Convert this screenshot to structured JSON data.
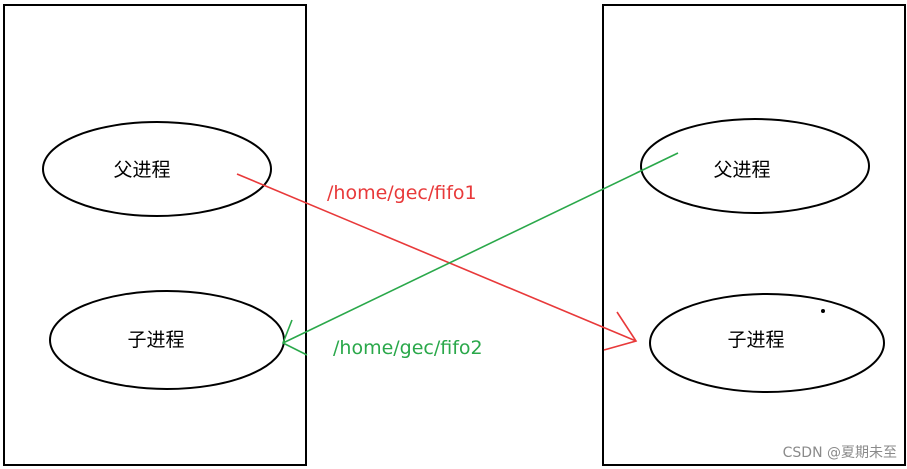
{
  "diagram": {
    "left_box": {
      "parent_label": "父进程",
      "child_label": "子进程"
    },
    "right_box": {
      "parent_label": "父进程",
      "child_label": "子进程"
    },
    "connections": [
      {
        "name": "fifo1",
        "label": "/home/gec/fifo1",
        "color": "#e8393a",
        "from": "left-parent",
        "to": "right-child"
      },
      {
        "name": "fifo2",
        "label": "/home/gec/fifo2",
        "color": "#2aa84a",
        "from": "right-parent",
        "to": "left-child"
      }
    ]
  },
  "watermark": "CSDN @夏期未至"
}
